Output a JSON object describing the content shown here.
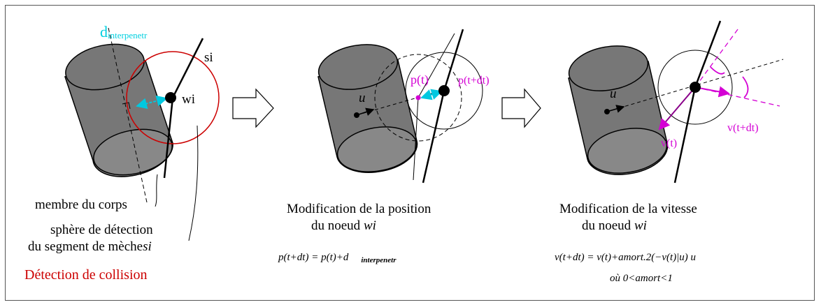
{
  "panel1": {
    "d_label": "d",
    "d_sub": "interpenetr",
    "si_label": "si",
    "wi_label": "wi",
    "caption_member": "membre du corps",
    "caption_sphere": "sphère de détection",
    "caption_segment_prefix": "du segment de mèche",
    "caption_segment_var": "si",
    "title": "Détection de collision"
  },
  "panel2": {
    "u_label": "u",
    "pt_label": "p(t)",
    "ptdt_label": "p(t+dt)",
    "caption_line1": "Modification de la position",
    "caption_line2_prefix": "du noeud ",
    "caption_line2_var": "wi",
    "formula": "p(t+dt) = p(t)+d",
    "formula_sub": "interpenetr"
  },
  "panel3": {
    "u_label": "u",
    "vt_label": "v(t)",
    "vtdt_label": "v(t+dt)",
    "caption_line1": "Modification de la vitesse",
    "caption_line2_prefix": "du noeud ",
    "caption_line2_var": "wi",
    "formula": "v(t+dt) = v(t)+amort.2(−v(t)|u) u",
    "condition": "où 0<amort<1"
  },
  "colors": {
    "cylinder": "#777777",
    "sphere_panel1": "#cc0000",
    "accent_magenta": "#d400d4",
    "accent_cyan": "#00d0e0",
    "title_red": "#cc0000"
  }
}
